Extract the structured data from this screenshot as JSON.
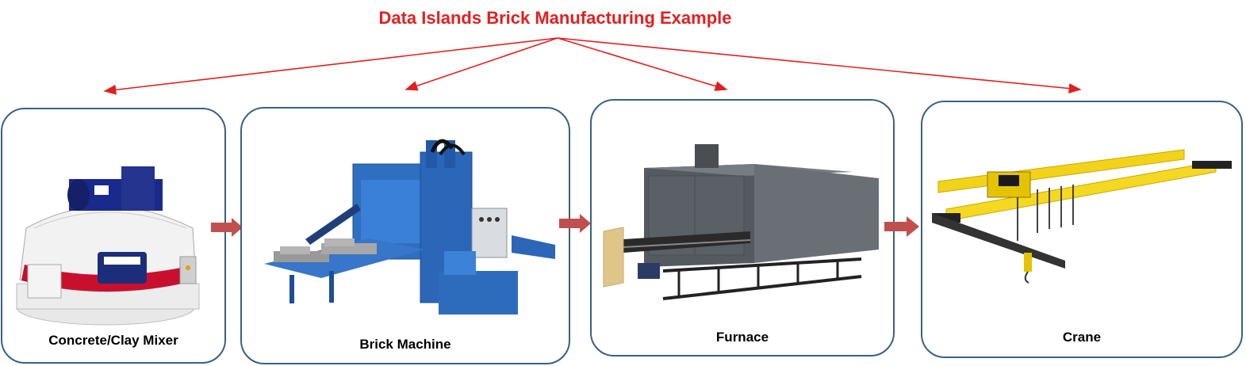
{
  "title": "Data Islands Brick Manufacturing Example",
  "colors": {
    "title": "#e02020",
    "border": "#3a5f88",
    "flow_arrow": "#c0504d"
  },
  "machines": [
    {
      "label": "Concrete/Clay Mixer",
      "image": "planetary-mixer-image"
    },
    {
      "label": "Brick Machine",
      "image": "brick-machine-image"
    },
    {
      "label": "Furnace",
      "image": "furnace-image"
    },
    {
      "label": "Crane",
      "image": "overhead-crane-image"
    }
  ]
}
